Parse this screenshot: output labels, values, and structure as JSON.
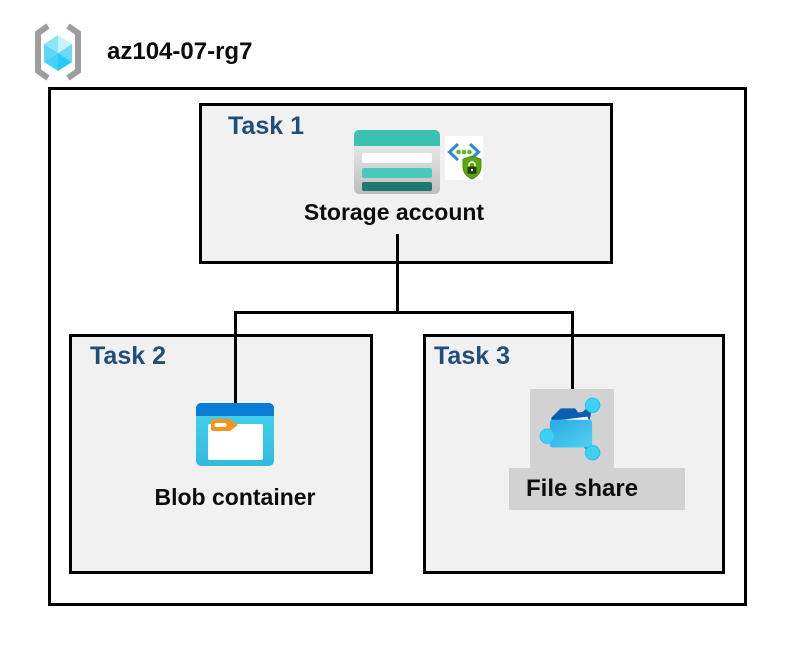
{
  "resource_group": {
    "name": "az104-07-rg7",
    "icon": "resource-group-icon"
  },
  "tasks": [
    {
      "label": "Task 1",
      "resource": "Storage account",
      "icons": [
        "storage-account-icon",
        "sas-shield-lock-icon"
      ]
    },
    {
      "label": "Task 2",
      "resource": "Blob container",
      "icons": [
        "blob-container-icon"
      ]
    },
    {
      "label": "Task 3",
      "resource": "File share",
      "icons": [
        "file-share-icon"
      ]
    }
  ],
  "connections": [
    {
      "from": "Storage account",
      "to": "Blob container"
    },
    {
      "from": "Storage account",
      "to": "File share"
    }
  ],
  "colors": {
    "task_label_navy": "#1f4e79",
    "task_box_fill": "#f1f1f1",
    "border_black": "#000000",
    "storage_teal": "#3cc2b3",
    "storage_dark_teal": "#1e7a6f",
    "blob_blue": "#0a7cd7",
    "blob_cyan": "#45d5f1",
    "blob_tag_orange": "#f7941e",
    "file_share_folder_blue": "#0b5fb0",
    "file_share_node_cyan": "#3ed1f6",
    "sas_bracket_blue": "#2e8ad8",
    "sas_shield_green": "#5ea60f",
    "highlight_gray": "#d2d2d2"
  }
}
